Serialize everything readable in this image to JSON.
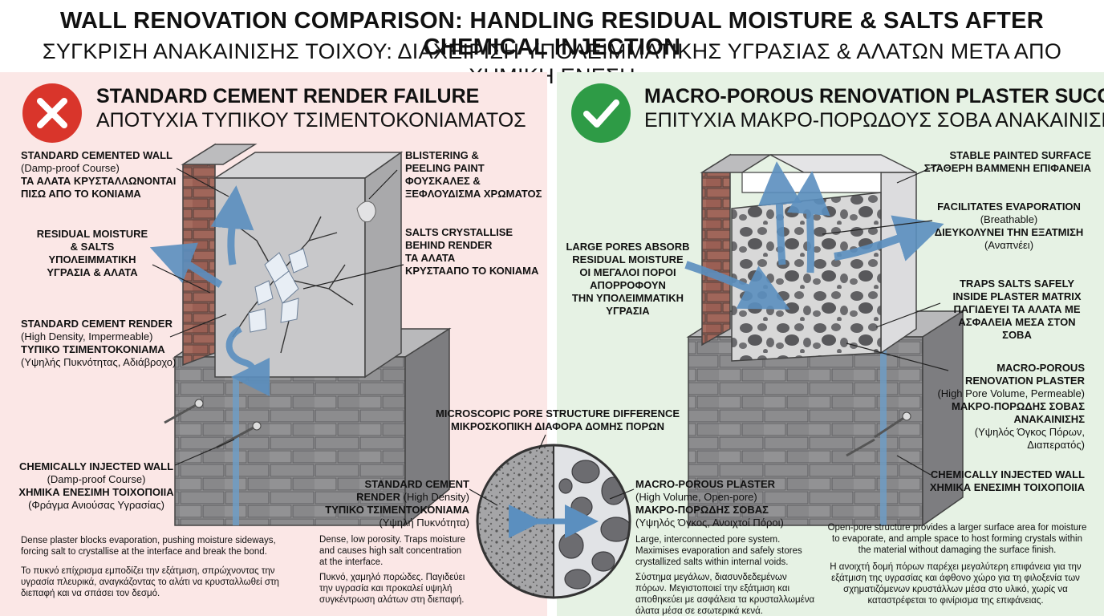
{
  "header": {
    "title_en": "WALL RENOVATION COMPARISON: HANDLING RESIDUAL MOISTURE & SALTS AFTER CHEMICAL INJECTION",
    "title_el": "ΣΥΓΚΡΙΣΗ ΑΝΑΚΑΙΝΙΣΗΣ ΤΟΙΧΟΥ: ΔΙΑΧΕΙΡΙΣΗ ΥΠΟΛΕΙΜΜΑΤΙΚΗΣ ΥΓΡΑΣΙΑΣ & ΑΛΑΤΩΝ ΜΕΤΑ ΑΠΟ ΧΗΜΙΚΗ ΕΝΕΣΗ"
  },
  "left": {
    "title_en": "STANDARD CEMENT RENDER FAILURE",
    "title_el": "ΑΠΟΤΥΧΙΑ ΤΥΠΙΚΟΥ ΤΣΙΜΕΝΤΟΚΟΝΙΑΜΑΤΟΣ",
    "badge_icon": "cross-icon",
    "color": "#d9352b",
    "labels": {
      "wall_l1": "STANDARD CEMENTED WALL",
      "wall_l2": "(Damp-proof Course)",
      "wall_l3": "ΤΑ ΑΛΑΤΑ ΚΡΥΣΤΑΛΛΩΝΟΝΤΑΙ",
      "wall_l4": "ΠΙΣΩ ΑΠΟ ΤΟ ΚΟΝΙΑΜΑ",
      "moist_l1": "RESIDUAL MOISTURE",
      "moist_l2": "& SALTS",
      "moist_l3": "ΥΠΟΛΕΙΜΜΑΤΙΚΗ",
      "moist_l4": "ΥΓΡΑΣΙΑ & ΑΛΑΤΑ",
      "render_l1": "STANDARD CEMENT RENDER",
      "render_l2": "(High Density, Impermeable)",
      "render_l3": "ΤΥΠΙΚΟ ΤΣΙΜΕΝΤΟΚΟΝΙΑΜΑ",
      "render_l4": "(Υψηλής Πυκνότητας, Αδιάβροχο)",
      "blister_l1": "BLISTERING &",
      "blister_l2": "PEELING PAINT",
      "blister_l3": "ΦΟΥΣΚΑΛΕΣ &",
      "blister_l4": "ΞΕΦΛΟΥΔΙΣΜΑ ΧΡΩΜΑΤΟΣ",
      "salts_l1": "SALTS CRYSTALLISE",
      "salts_l2": "BEHIND RENDER",
      "salts_l3": "ΤΑ ΑΛΑΤΑ",
      "salts_l4": "ΚΡΥΣΤΑΑΠΟ ΤΟ ΚΟΝΙΑΜΑ",
      "inj_l1": "CHEMICALLY INJECTED WALL",
      "inj_l2": "(Damp-proof Course)",
      "inj_l3": "ΧΗΜΙΚΑ ΕΝΕΣΙΜΗ ΤΟΙΧΟΠΟΙΙΑ",
      "inj_l4": "(Φράγμα Ανιούσας Υγρασίας)"
    },
    "para_en": "Dense plaster blocks evaporation, pushing moisture sideways, forcing salt to crystallise at the interface and break the bond.",
    "para_el": "Το πυκνό επίχρισμα εμποδίζει την εξάτμιση, σπρώχνοντας την υγρασία πλευρικά, αναγκάζοντας το αλάτι να κρυσταλλωθεί στη διεπαφή και να σπάσει τον δεσμό."
  },
  "center": {
    "title_en": "MICROSCOPIC PORE STRUCTURE DIFFERENCE",
    "title_el": "ΜΙΚΡΟΣΚΟΠΙΚΗ ΔΙΑΦΟΡΑ ΔΟΜΗΣ ΠΟΡΩΝ",
    "std_l1": "STANDARD CEMENT",
    "std_l2": "RENDER",
    "std_l2b": "(High Density)",
    "std_l3": "ΤΥΠΙΚΟ ΤΣΙΜΕΝΤΟΚΟΝΙΑΜΑ",
    "std_l4": "(Υψηλή Πυκνότητα)",
    "std_para_en": "Dense, low porosity. Traps moisture and causes high salt concentration at the interface.",
    "std_para_el": "Πυκνό, χαμηλό πορώδες. Παγιδεύει την υγρασία και προκαλεί υψηλή συγκέντρωση αλάτων στη διεπαφή.",
    "mac_l1": "MACRO-POROUS PLASTER",
    "mac_l2": "(High Volume, Open-pore)",
    "mac_l3": "ΜΑΚΡΟ-ΠΟΡΩΔΗΣ ΣΟΒΑΣ",
    "mac_l4": "(Υψηλός Όγκος, Ανοιχτοί Πόροι)",
    "mac_para_en": "Large, interconnected pore system. Maximises evaporation and safely stores crystallized salts within internal voids.",
    "mac_para_el": "Σύστημα μεγάλων, διασυνδεδεμένων πόρων. Μεγιστοποιεί την εξάτμιση και αποθηκεύει με ασφάλεια τα κρυσταλλωμένα άλατα μέσα σε εσωτερικά κενά."
  },
  "right": {
    "title_en": "MACRO-POROUS RENOVATION PLASTER SUCCESS",
    "title_el": "ΕΠΙΤΥΧΙΑ ΜΑΚΡΟ-ΠΟΡΩΔΟΥΣ ΣΟΒΑ ΑΝΑΚΑΙΝΙΣΗΣ",
    "badge_icon": "check-icon",
    "color": "#2e9b46",
    "labels": {
      "paint_l1": "STABLE PAINTED SURFACE",
      "paint_l2": "ΣΤΑΘΕΡΗ ΒΑΜΜΕΝΗ ΕΠΙΦΑΝΕΙΑ",
      "evap_l1": "FACILITATES EVAPORATION",
      "evap_l2": "(Breathable)",
      "evap_l3": "ΔΙΕΥΚΟΛΥΝΕΙ ΤΗΝ ΕΞΑΤΜΙΣΗ",
      "evap_l4": "(Αναπνέει)",
      "pores_l1": "LARGE PORES ABSORB",
      "pores_l2": "RESIDUAL MOISTURE",
      "pores_l3": "ΟΙ ΜΕΓΑΛΟΙ ΠΟΡΟΙ",
      "pores_l4": "ΑΠΟΡΡΟΦΟΥΝ",
      "pores_l5": "ΤΗΝ ΥΠΟΛΕΙΜΜΑΤΙΚΗ",
      "pores_l6": "ΥΓΡΑΣΙΑ",
      "traps_l1": "TRAPS SALTS SAFELY",
      "traps_l2": "INSIDE PLASTER MATRIX",
      "traps_l3": "ΠΑΓΙΔΕΥΕΙ ΤΑ ΑΛΑΤΑ ΜΕ",
      "traps_l4": "ΑΣΦΑΛΕΙΑ ΜΕΣΑ ΣΤΟΝ",
      "traps_l5": "ΣΟΒΑ",
      "macro_l1": "MACRO-POROUS",
      "macro_l2": "RENOVATION PLASTER",
      "macro_l3": "(High Pore Volume, Permeable)",
      "macro_l4": "ΜΑΚΡΟ-ΠΟΡΩΔΗΣ ΣΟΒΑΣ",
      "macro_l5": "ΑΝΑΚΑΙΝΙΣΗΣ",
      "macro_l6": "(Υψηλός Όγκος Πόρων,",
      "macro_l7": "Διαπερατός)",
      "inj_l1": "CHEMICALLY INJECTED WALL",
      "inj_l2": "ΧΗΜΙΚΑ ΕΝΕΣΙΜΗ ΤΟΙΧΟΠΟΙΙΑ"
    },
    "para_en": "Open-pore structure provides a larger surface area for moisture to evaporate, and ample space to host forming crystals within the material without damaging the surface finish.",
    "para_el": "Η ανοιχτή δομή πόρων παρέχει μεγαλύτερη επιφάνεια για την εξάτμιση της υγρασίας και άφθονο χώρο για τη φιλοξενία των σχηματιζόμενων κρυστάλλων μέσα στο υλικό, χωρίς να καταστρέφεται το φινίρισμα της επιφάνειας."
  }
}
